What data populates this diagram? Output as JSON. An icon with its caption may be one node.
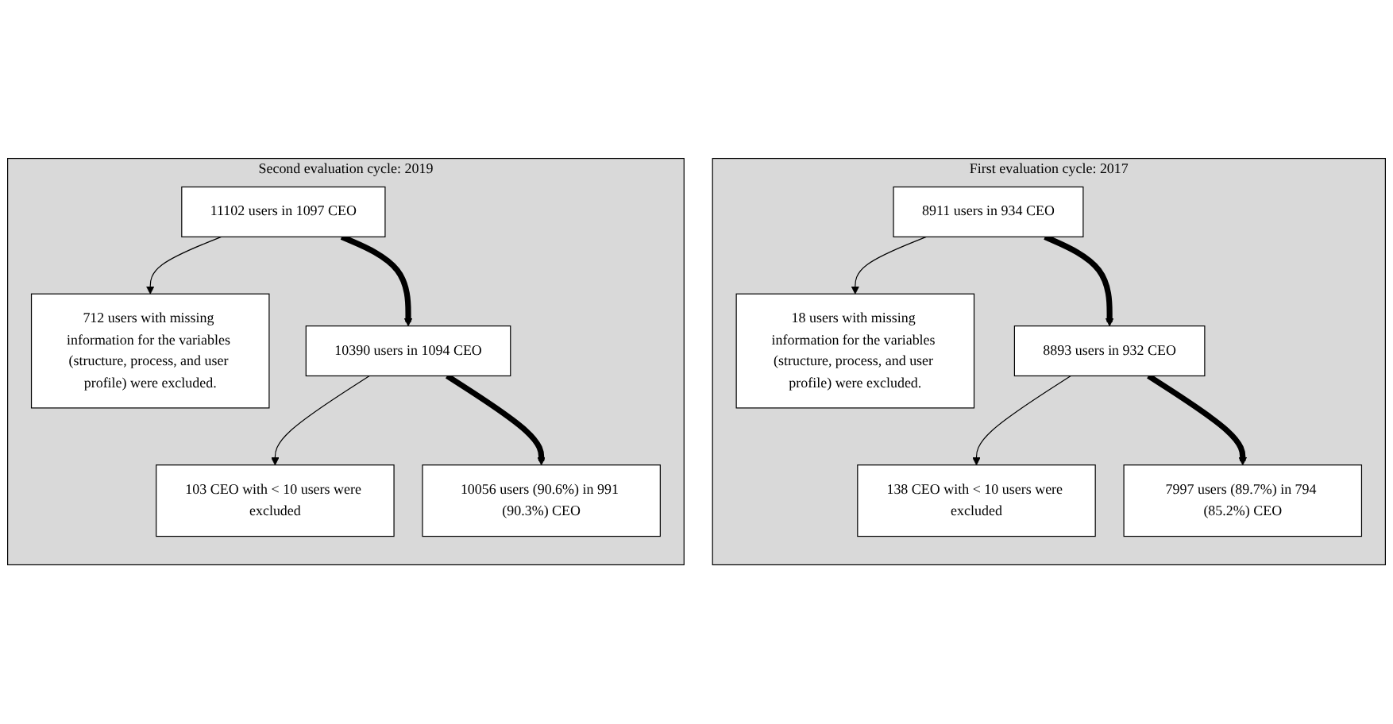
{
  "diagram": {
    "nodes": [
      {
        "text": [
          "First evaluation cycle: 2017"
        ]
      },
      {
        "text": [
          "8911 users in 934 CEO"
        ],
        "in": 0
      },
      {
        "text": [
          "18 users with missing information for the variables (structure, process, and user profile) were excluded."
        ],
        "in": 0
      },
      {
        "text": [
          "8893 users in 932 CEO"
        ],
        "in": 0
      },
      {
        "text": [
          "138 CEO with < 10 users were excluded"
        ],
        "in": 0
      },
      {
        "text": [
          "7997 users (89.7%) in 794 (85.2%) CEO"
        ],
        "in": 0
      },
      {
        "text": [
          "Second evaluation cycle: 2019"
        ]
      },
      {
        "text": [
          "11102 users in 1097 CEO"
        ],
        "in": 6
      },
      {
        "text": [
          "712 users with missing information for the variables (structure, process, and user profile) were excluded."
        ],
        "in": 6
      },
      {
        "text": [
          "10390 users in 1094 CEO"
        ],
        "in": 6
      },
      {
        "text": [
          "103 CEO with < 10 users were excluded"
        ],
        "in": 6
      },
      {
        "text": [
          "10056 users (90.6%) in 991 (90.3%) CEO"
        ],
        "in": 6
      }
    ],
    "edges": [
      {
        "from": 1,
        "to": 2,
        "arrow": "to"
      },
      {
        "from": 1,
        "to": 3,
        "arrow": "to",
        "style": "thick"
      },
      {
        "from": 3,
        "to": 4,
        "arrow": "to"
      },
      {
        "from": 3,
        "to": 5,
        "arrow": "to",
        "style": "thick"
      },
      {
        "from": 7,
        "to": 8,
        "arrow": "to"
      },
      {
        "from": 7,
        "to": 9,
        "arrow": "to",
        "style": "thick"
      },
      {
        "from": 9,
        "to": 10,
        "arrow": "to"
      },
      {
        "from": 9,
        "to": 11,
        "arrow": "to",
        "style": "thick"
      }
    ]
  }
}
